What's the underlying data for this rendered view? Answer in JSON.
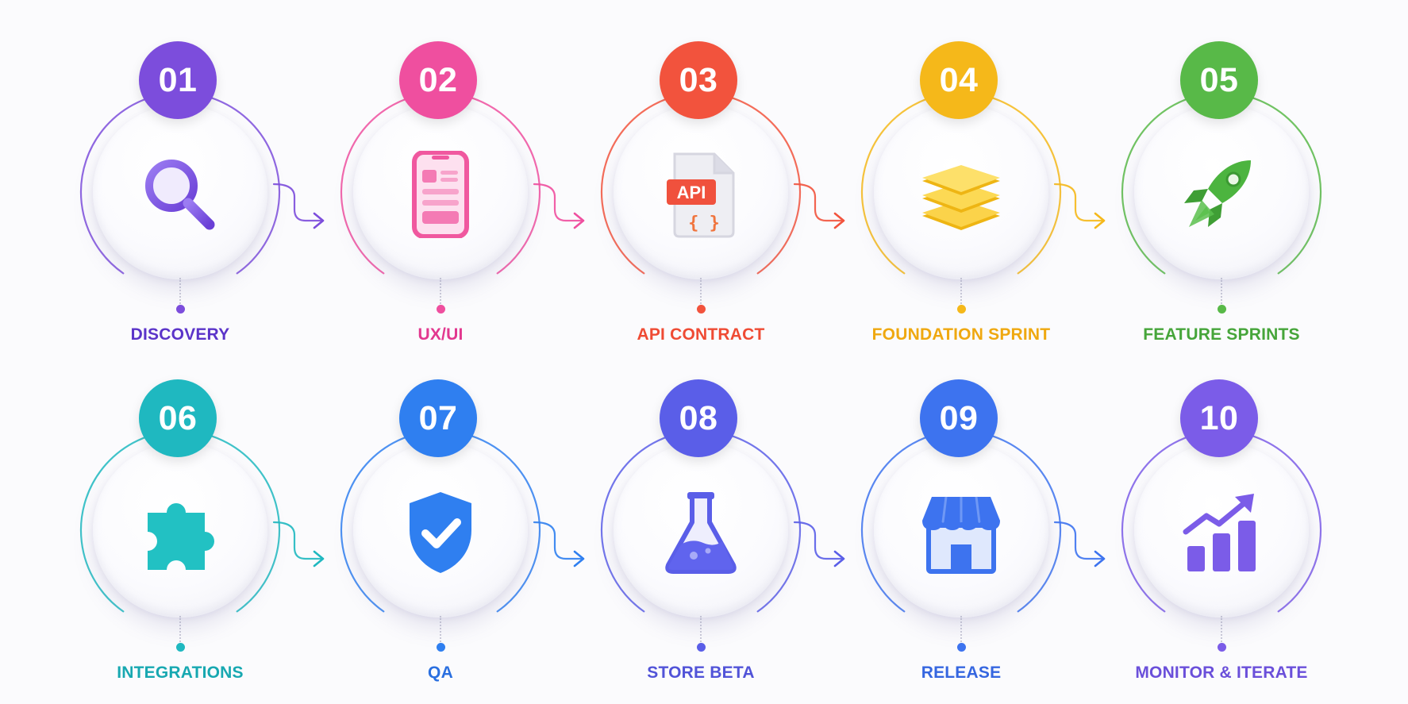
{
  "steps": [
    {
      "num": "01",
      "label": "DISCOVERY",
      "icon": "magnifier-icon",
      "color": "#7c4ddc",
      "label_color": "#5b34c9"
    },
    {
      "num": "02",
      "label": "UX/UI",
      "icon": "phone-wireframe-icon",
      "color": "#ef4f9f",
      "label_color": "#e2388f"
    },
    {
      "num": "03",
      "label": "API CONTRACT",
      "icon": "api-document-icon",
      "color": "#f2533d",
      "label_color": "#ef4b34"
    },
    {
      "num": "04",
      "label": "FOUNDATION SPRINT",
      "icon": "layers-icon",
      "color": "#f5b81a",
      "label_color": "#efa810"
    },
    {
      "num": "05",
      "label": "FEATURE SPRINTS",
      "icon": "rocket-icon",
      "color": "#58b948",
      "label_color": "#46a53a"
    },
    {
      "num": "06",
      "label": "INTEGRATIONS",
      "icon": "puzzle-piece-icon",
      "color": "#1fb8c0",
      "label_color": "#17a8b1"
    },
    {
      "num": "07",
      "label": "QA",
      "icon": "shield-check-icon",
      "color": "#2f7ff0",
      "label_color": "#2a6fe0"
    },
    {
      "num": "08",
      "label": "STORE BETA",
      "icon": "flask-icon",
      "color": "#5a5ee8",
      "label_color": "#5153d8"
    },
    {
      "num": "09",
      "label": "RELEASE",
      "icon": "storefront-icon",
      "color": "#3d73ef",
      "label_color": "#3566e0"
    },
    {
      "num": "10",
      "label": "MONITOR & ITERATE",
      "icon": "growth-chart-icon",
      "color": "#7b5ce8",
      "label_color": "#6a4fda"
    }
  ]
}
